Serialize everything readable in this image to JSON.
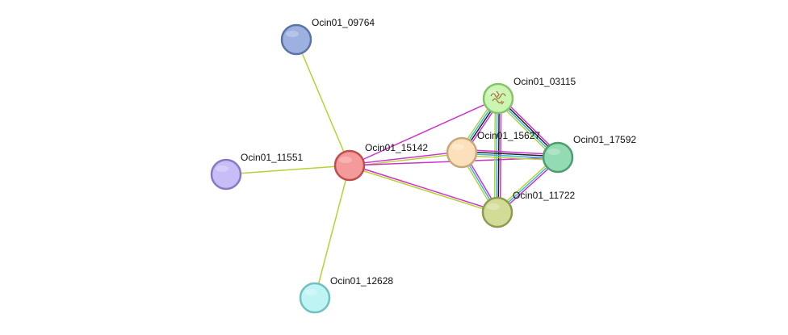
{
  "network": {
    "nodes": [
      {
        "id": "Ocin01_09764",
        "label": "Ocin01_09764",
        "color": "#9cb1e0",
        "stroke": "#5b74a8"
      },
      {
        "id": "Ocin01_03115",
        "label": "Ocin01_03115",
        "color": "#caf5b3",
        "stroke": "#86c46a",
        "has_structure": true
      },
      {
        "id": "Ocin01_15627",
        "label": "Ocin01_15627",
        "color": "#fce0bb",
        "stroke": "#c8a77a"
      },
      {
        "id": "Ocin01_17592",
        "label": "Ocin01_17592",
        "color": "#93dbb2",
        "stroke": "#4f9c6e"
      },
      {
        "id": "Ocin01_15142",
        "label": "Ocin01_15142",
        "color": "#f59a9a",
        "stroke": "#c04d4d"
      },
      {
        "id": "Ocin01_11551",
        "label": "Ocin01_11551",
        "color": "#c8bdf7",
        "stroke": "#8878c2"
      },
      {
        "id": "Ocin01_11722",
        "label": "Ocin01_11722",
        "color": "#d3dc96",
        "stroke": "#8f9a4f"
      },
      {
        "id": "Ocin01_12628",
        "label": "Ocin01_12628",
        "color": "#bff4f4",
        "stroke": "#72c0c0"
      }
    ],
    "edges": [
      {
        "source": "Ocin01_15142",
        "target": "Ocin01_09764",
        "colors": [
          "#b5d334"
        ]
      },
      {
        "source": "Ocin01_15142",
        "target": "Ocin01_11551",
        "colors": [
          "#b5d334"
        ]
      },
      {
        "source": "Ocin01_15142",
        "target": "Ocin01_12628",
        "colors": [
          "#b5d334"
        ]
      },
      {
        "source": "Ocin01_15142",
        "target": "Ocin01_03115",
        "colors": [
          "#cc33cc"
        ]
      },
      {
        "source": "Ocin01_15142",
        "target": "Ocin01_15627",
        "colors": [
          "#cc33cc",
          "#b5d334"
        ]
      },
      {
        "source": "Ocin01_15142",
        "target": "Ocin01_17592",
        "colors": [
          "#cc33cc"
        ]
      },
      {
        "source": "Ocin01_15142",
        "target": "Ocin01_11722",
        "colors": [
          "#cc33cc",
          "#b5d334"
        ]
      },
      {
        "source": "Ocin01_03115",
        "target": "Ocin01_15627",
        "colors": [
          "#cc33cc",
          "#222222",
          "#33b5e5",
          "#b5d334"
        ]
      },
      {
        "source": "Ocin01_03115",
        "target": "Ocin01_17592",
        "colors": [
          "#cc33cc",
          "#222222",
          "#33b5e5",
          "#b5d334"
        ]
      },
      {
        "source": "Ocin01_03115",
        "target": "Ocin01_11722",
        "colors": [
          "#cc33cc",
          "#222222",
          "#33b5e5",
          "#b5d334"
        ]
      },
      {
        "source": "Ocin01_15627",
        "target": "Ocin01_17592",
        "colors": [
          "#cc33cc",
          "#222222",
          "#33b5e5",
          "#b5d334"
        ]
      },
      {
        "source": "Ocin01_15627",
        "target": "Ocin01_11722",
        "colors": [
          "#cc33cc",
          "#33b5e5",
          "#b5d334"
        ]
      },
      {
        "source": "Ocin01_17592",
        "target": "Ocin01_11722",
        "colors": [
          "#cc33cc",
          "#33b5e5",
          "#b5d334"
        ]
      }
    ]
  }
}
